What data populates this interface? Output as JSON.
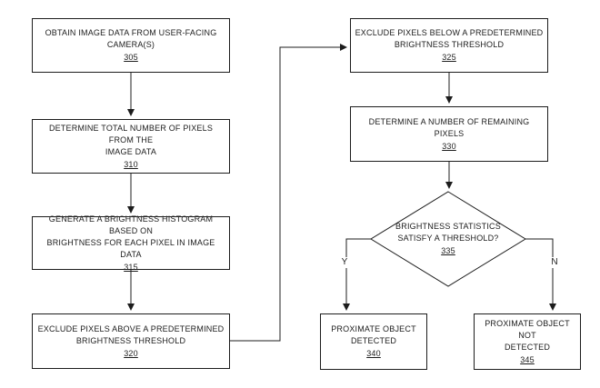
{
  "figure": {
    "type": "flowchart",
    "nodes": [
      {
        "id": "305",
        "shape": "rect",
        "lines": [
          "OBTAIN IMAGE DATA FROM USER-FACING",
          "CAMERA(S)"
        ],
        "ref": "305"
      },
      {
        "id": "310",
        "shape": "rect",
        "lines": [
          "DETERMINE TOTAL NUMBER OF PIXELS FROM THE",
          "IMAGE DATA"
        ],
        "ref": "310"
      },
      {
        "id": "315",
        "shape": "rect",
        "lines": [
          "GENERATE A BRIGHTNESS HISTOGRAM BASED ON",
          "BRIGHTNESS FOR EACH PIXEL IN IMAGE DATA"
        ],
        "ref": "315"
      },
      {
        "id": "320",
        "shape": "rect",
        "lines": [
          "EXCLUDE PIXELS ABOVE A PREDETERMINED",
          "BRIGHTNESS THRESHOLD"
        ],
        "ref": "320"
      },
      {
        "id": "325",
        "shape": "rect",
        "lines": [
          "EXCLUDE PIXELS BELOW A PREDETERMINED",
          "BRIGHTNESS THRESHOLD"
        ],
        "ref": "325"
      },
      {
        "id": "330",
        "shape": "rect",
        "lines": [
          "DETERMINE A NUMBER OF REMAINING PIXELS"
        ],
        "ref": "330"
      },
      {
        "id": "335",
        "shape": "diamond",
        "lines": [
          "BRIGHTNESS STATISTICS",
          "SATISFY A THRESHOLD?"
        ],
        "ref": "335"
      },
      {
        "id": "340",
        "shape": "rect",
        "lines": [
          "PROXIMATE OBJECT",
          "DETECTED"
        ],
        "ref": "340"
      },
      {
        "id": "345",
        "shape": "rect",
        "lines": [
          "PROXIMATE OBJECT NOT",
          "DETECTED"
        ],
        "ref": "345"
      }
    ],
    "edges": [
      {
        "from": "305",
        "to": "310",
        "label": ""
      },
      {
        "from": "310",
        "to": "315",
        "label": ""
      },
      {
        "from": "315",
        "to": "320",
        "label": ""
      },
      {
        "from": "320",
        "to": "325",
        "label": ""
      },
      {
        "from": "325",
        "to": "330",
        "label": ""
      },
      {
        "from": "330",
        "to": "335",
        "label": ""
      },
      {
        "from": "335",
        "to": "340",
        "label": "Y"
      },
      {
        "from": "335",
        "to": "345",
        "label": "N"
      }
    ],
    "colors": {
      "line": "#1c1c1c",
      "text": "#1c1c1c",
      "background": "#ffffff"
    }
  }
}
